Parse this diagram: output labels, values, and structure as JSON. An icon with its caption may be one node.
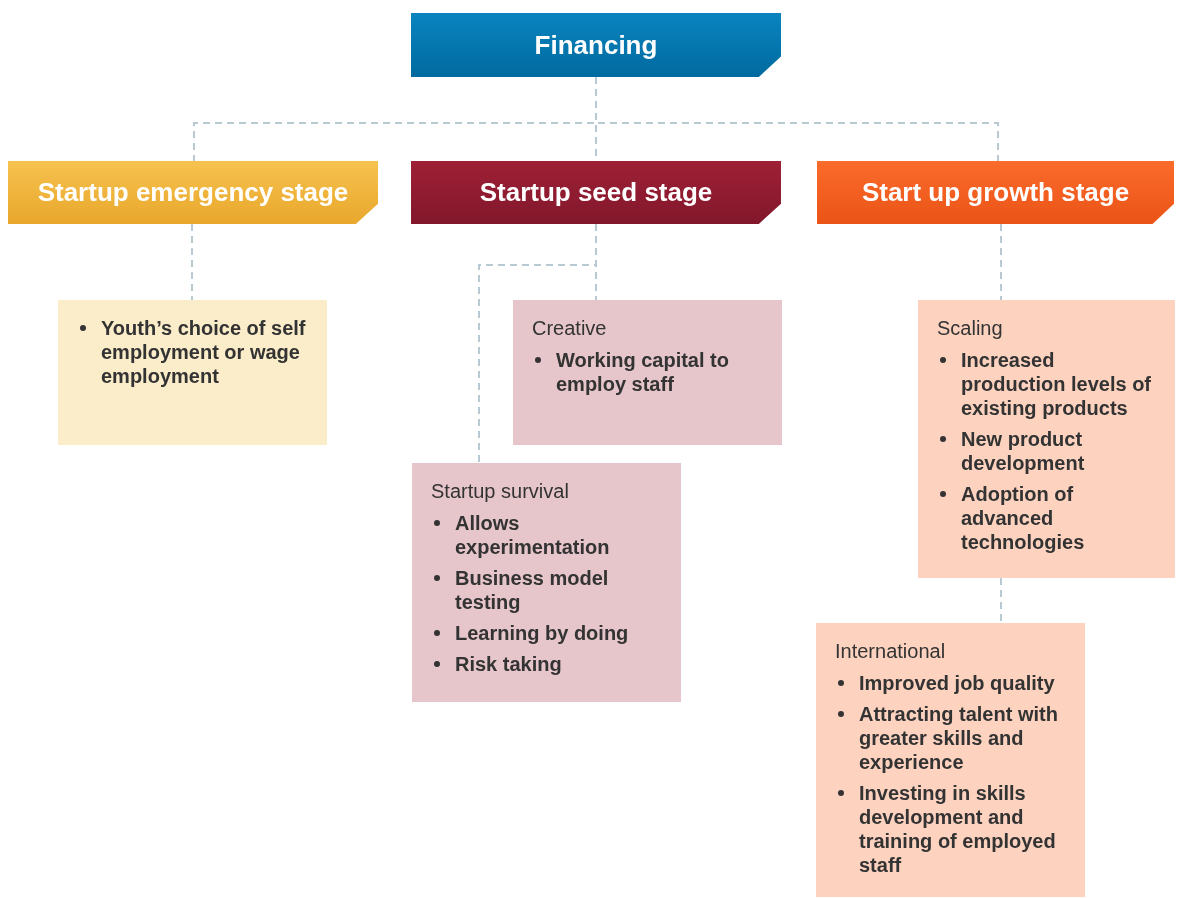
{
  "diagram": {
    "nodes": [
      {
        "text": [
          "Financing"
        ]
      },
      {
        "text": [
          "Startup emergency stage"
        ]
      },
      {
        "text": [
          "Startup seed stage"
        ]
      },
      {
        "text": [
          "Start up growth stage"
        ]
      },
      {
        "text": [
          "Youth’s choice of self employment or wage employment"
        ]
      },
      {
        "text": [
          "Creative",
          "Working capital to employ staff"
        ]
      },
      {
        "text": [
          "Startup survival",
          "Allows experimentation",
          "Business model testing",
          "Learning by doing",
          "Risk taking"
        ]
      },
      {
        "text": [
          "Scaling",
          "Increased production levels of existing products",
          "New product development",
          "Adoption of advanced technologies"
        ]
      },
      {
        "text": [
          "International",
          "Improved job quality",
          "Attracting talent with greater skills and experience",
          "Investing in skills development and training of employed staff"
        ]
      }
    ],
    "edges": [
      {
        "from": 0,
        "to": 1,
        "arrow": "none",
        "style": "dashed"
      },
      {
        "from": 0,
        "to": 2,
        "arrow": "none",
        "style": "dashed"
      },
      {
        "from": 0,
        "to": 3,
        "arrow": "none",
        "style": "dashed"
      },
      {
        "from": 1,
        "to": 4,
        "arrow": "none",
        "style": "dashed"
      },
      {
        "from": 2,
        "to": 5,
        "arrow": "none",
        "style": "dashed"
      },
      {
        "from": 2,
        "to": 6,
        "arrow": "none",
        "style": "dashed"
      },
      {
        "from": 3,
        "to": 7,
        "arrow": "none",
        "style": "dashed"
      },
      {
        "from": 7,
        "to": 8,
        "arrow": "none",
        "style": "dashed"
      }
    ]
  }
}
